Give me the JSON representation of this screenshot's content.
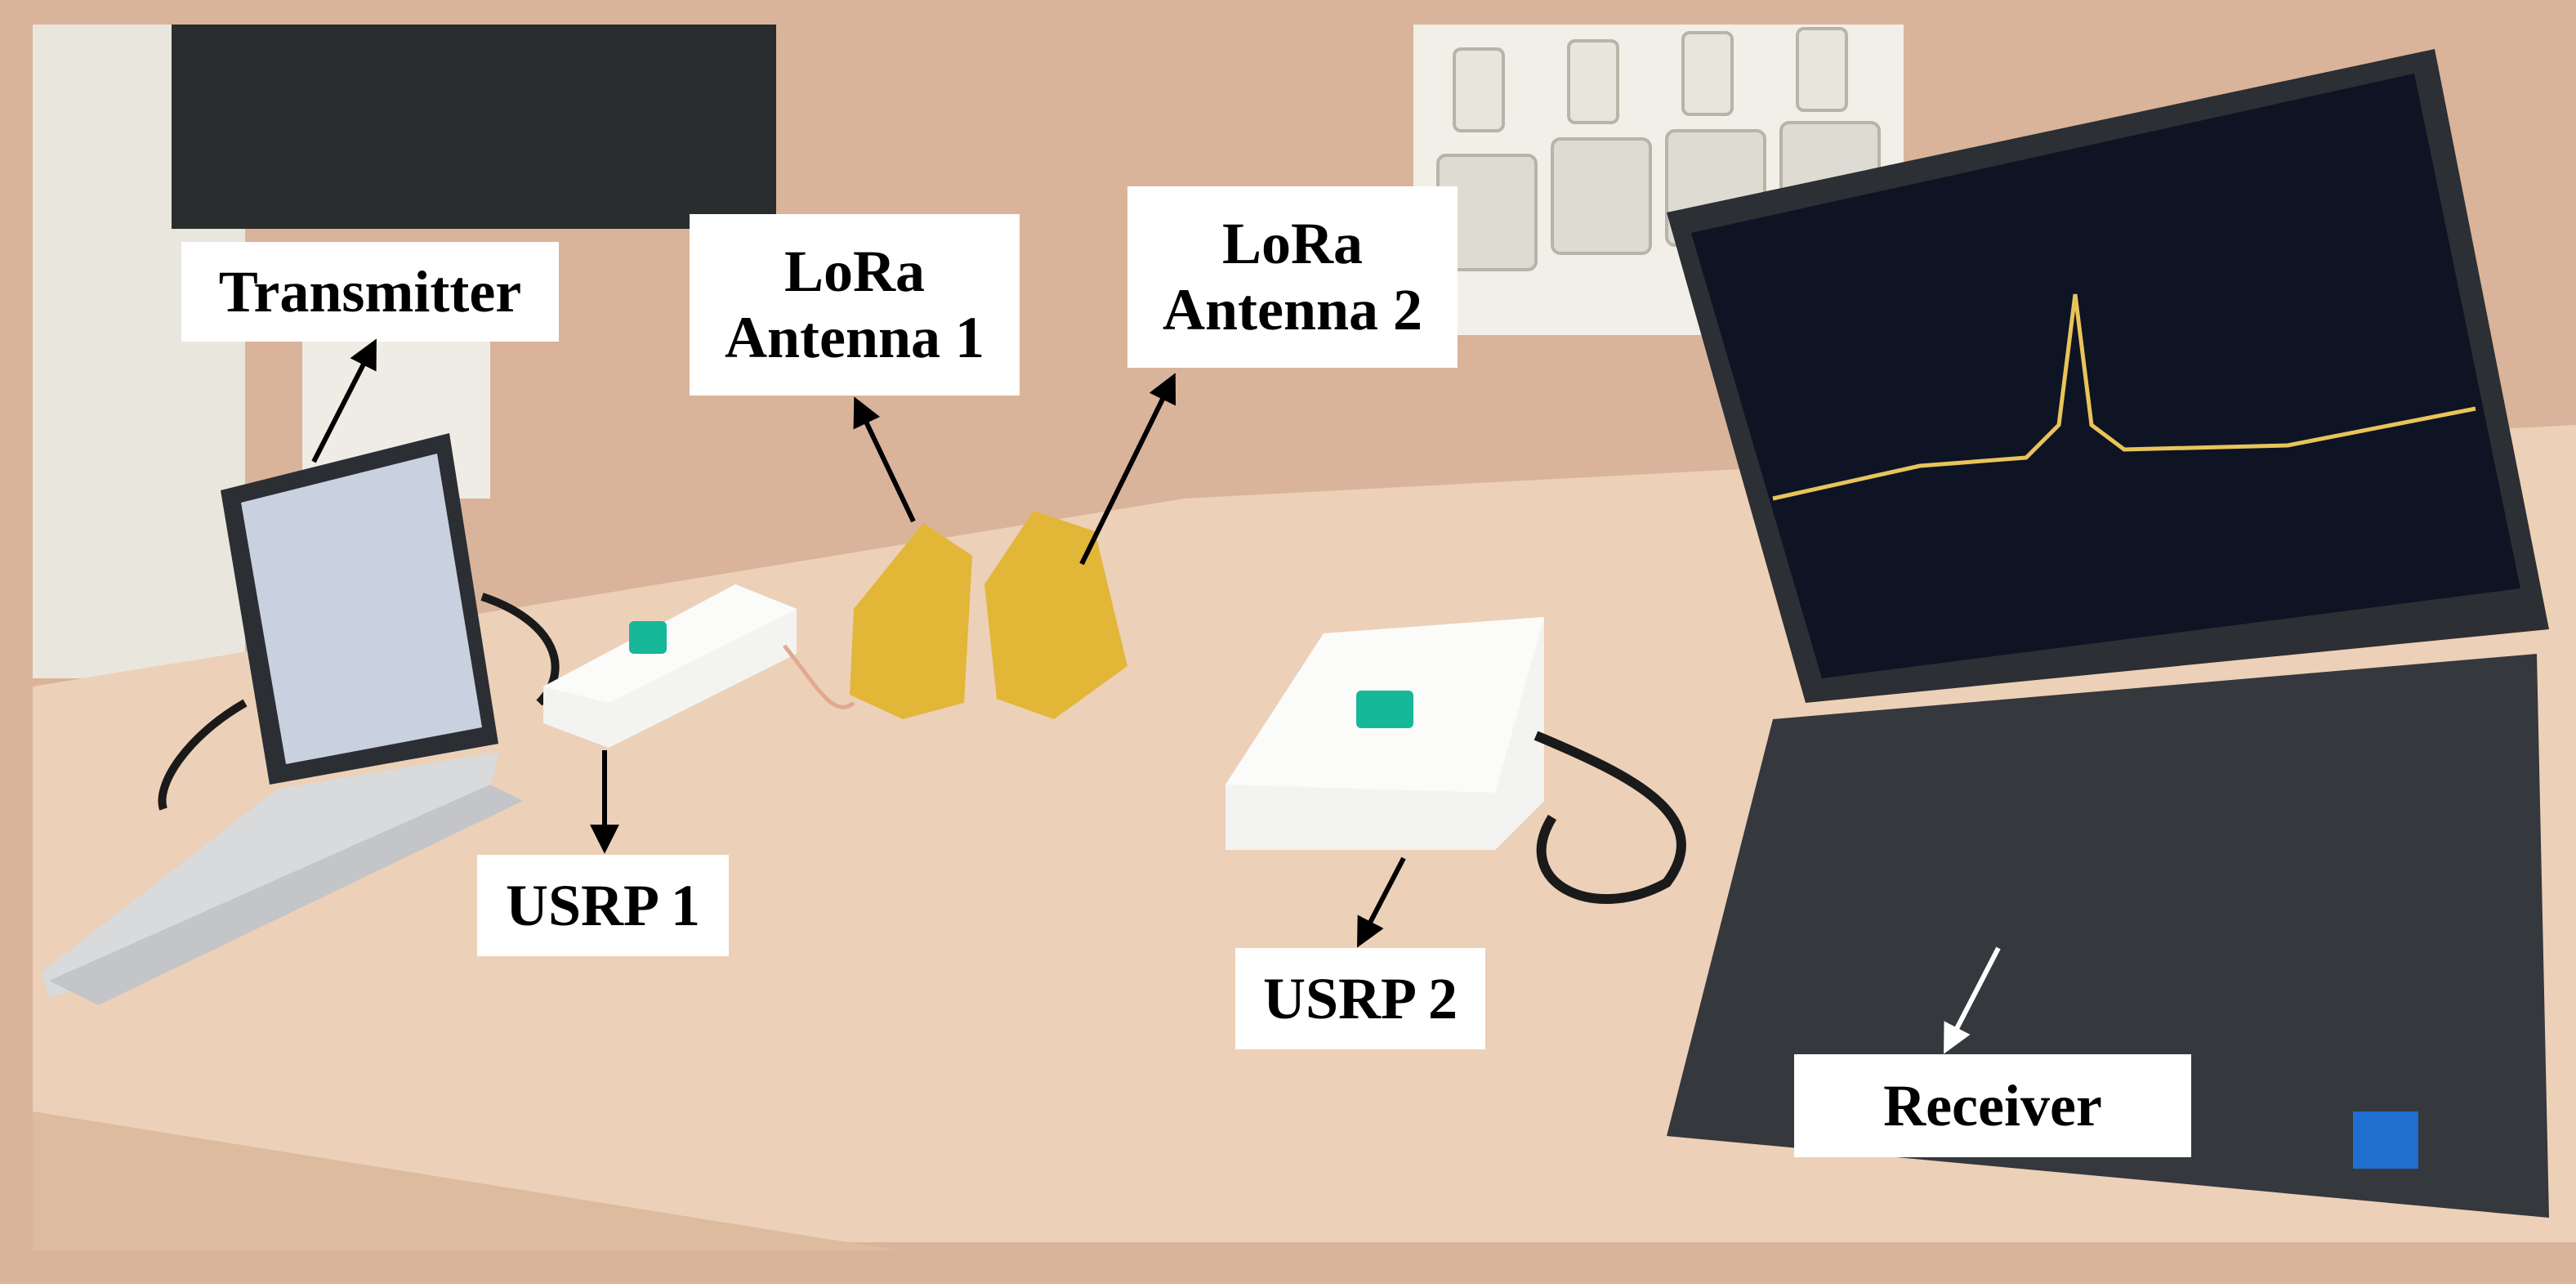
{
  "labels": {
    "transmitter": "Transmitter",
    "lora_antenna_1": [
      "LoRa",
      "Antenna 1"
    ],
    "lora_antenna_2": [
      "LoRa",
      "Antenna 2"
    ],
    "usrp_1": "USRP 1",
    "usrp_2": "USRP 2",
    "receiver": "Receiver"
  },
  "colors": {
    "callout_background": "#ffffff",
    "callout_text": "#000000",
    "arrow_black": "#000000",
    "arrow_white": "#ffffff",
    "wall": "#d9b49a",
    "table": "#edd0b8",
    "laptop_silver": "#d8dadc",
    "laptop_dark": "#2c2f33",
    "spectrum_background": "#0e1424",
    "spectrum_trace": "#e8c45a",
    "antenna_gold": "#e2b637",
    "usrp_white": "#f3f3f1",
    "usrp_logo": "#17b79a"
  }
}
